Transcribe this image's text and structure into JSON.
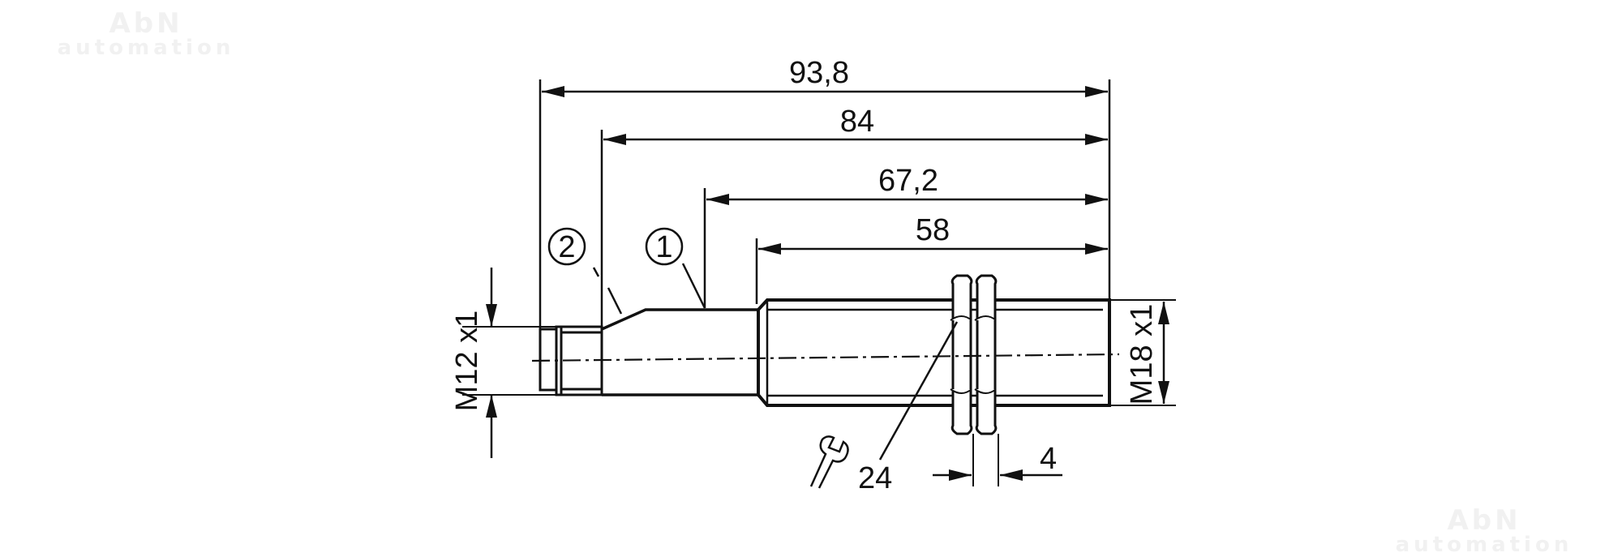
{
  "watermark": {
    "line1": "AbN",
    "line2": "automation"
  },
  "dimensions": {
    "overall_length": "93,8",
    "length_84": "84",
    "length_67": "67,2",
    "thread_length": "58",
    "left_thread": "M12 x1",
    "right_thread": "M18 x1",
    "wrench_size": "24",
    "nut_thickness": "4"
  },
  "callouts": {
    "c1": "1",
    "c2": "2"
  },
  "icons": {
    "wrench": "wrench-icon"
  },
  "colors": {
    "line": "#111111",
    "watermark": "#f1f1f1"
  }
}
